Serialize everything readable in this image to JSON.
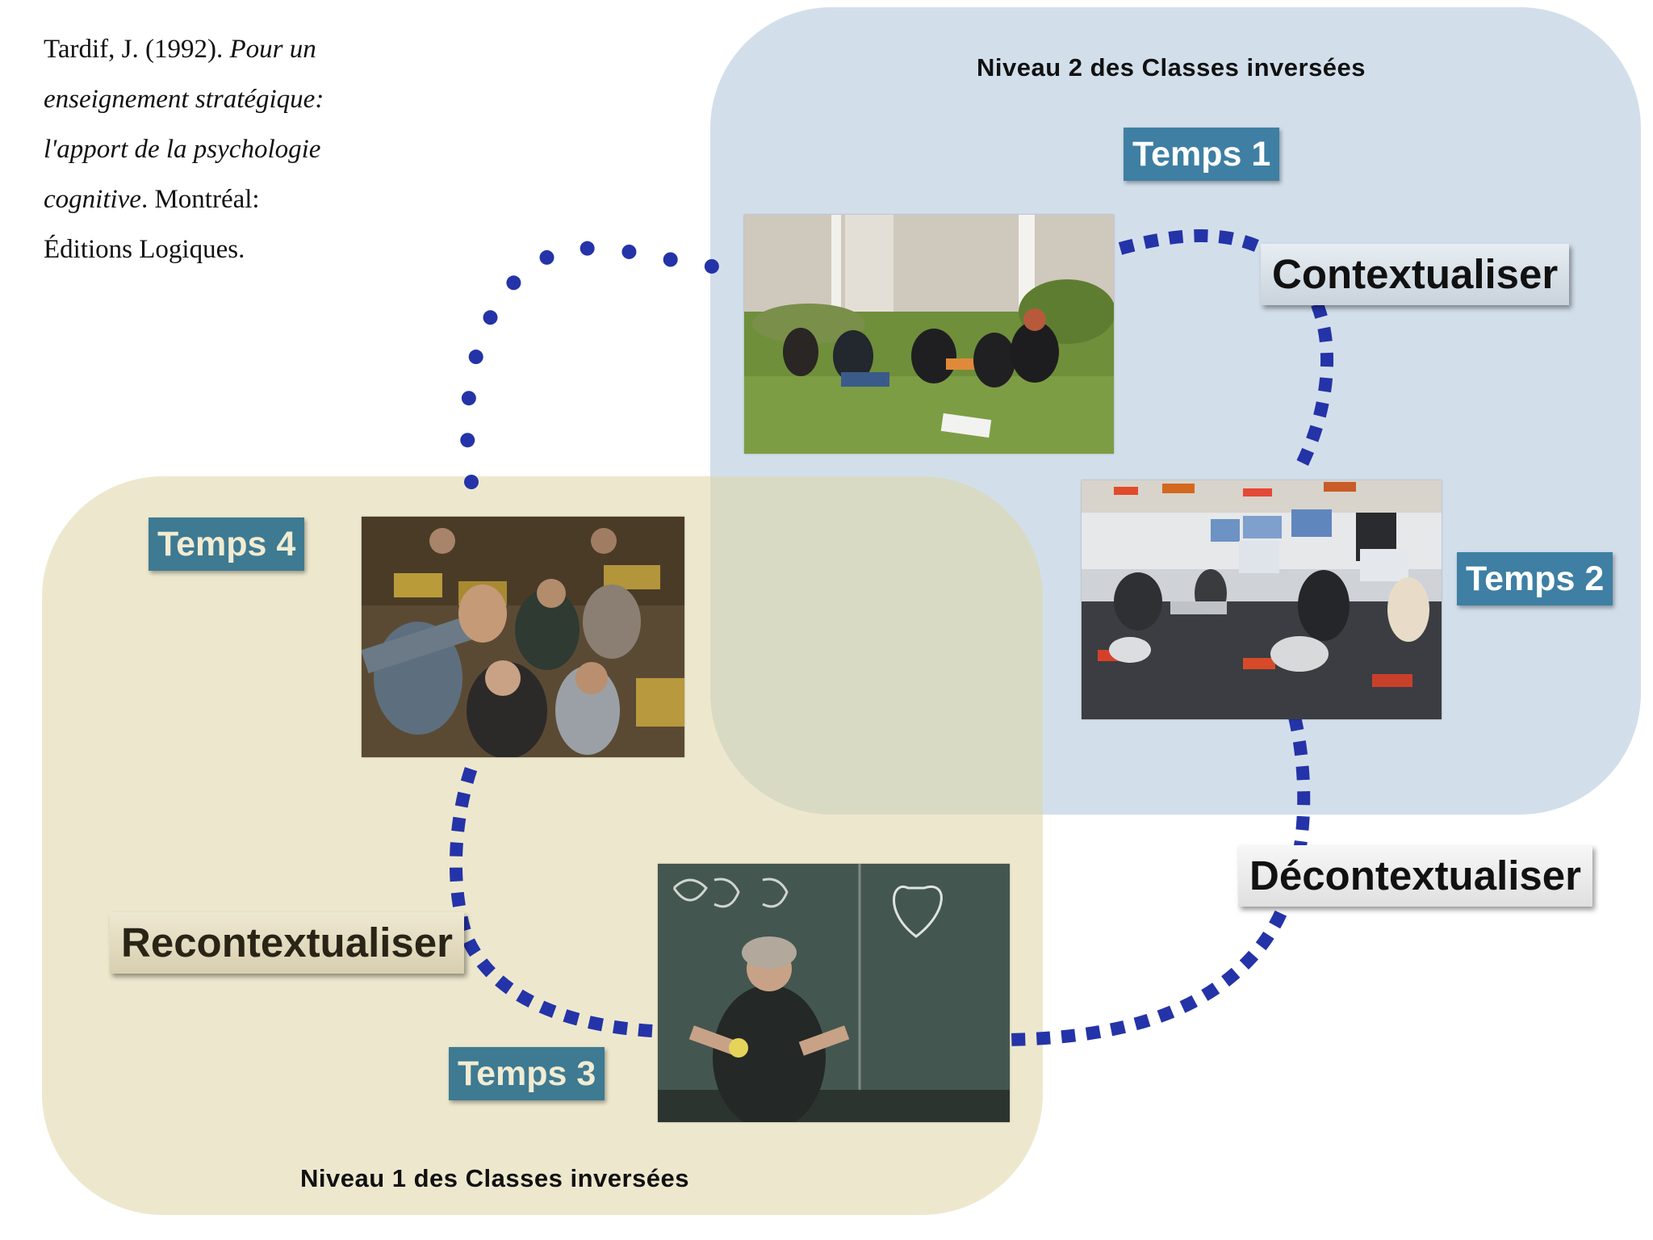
{
  "citation": {
    "author": "Tardif, J. (1992). ",
    "title": "Pour un enseignement stratégique: l'apport de la psychologie cognitive",
    "rest": ". Montréal: Éditions Logiques."
  },
  "levels": {
    "level2_title": "Niveau 2 des Classes inversées",
    "level1_title": "Niveau 1 des Classes inversées"
  },
  "stages": {
    "temps1": "Temps 1",
    "temps2": "Temps 2",
    "temps3": "Temps 3",
    "temps4": "Temps 4"
  },
  "actions": {
    "contextualiser": "Contextualiser",
    "decontextualiser": "Décontextualiser",
    "recontextualiser": "Recontextualiser"
  },
  "colors": {
    "level2_zone": "#b6ccde",
    "level1_zone": "#ded5a4",
    "temps_badge": "#3e7fa3",
    "path_dots": "#2433a8"
  },
  "images": {
    "temps1_photo": "students-reading-on-grass",
    "temps2_photo": "active-learning-classroom",
    "temps3_photo": "professor-at-blackboard",
    "temps4_photo": "lecture-hall-students-pointing"
  }
}
